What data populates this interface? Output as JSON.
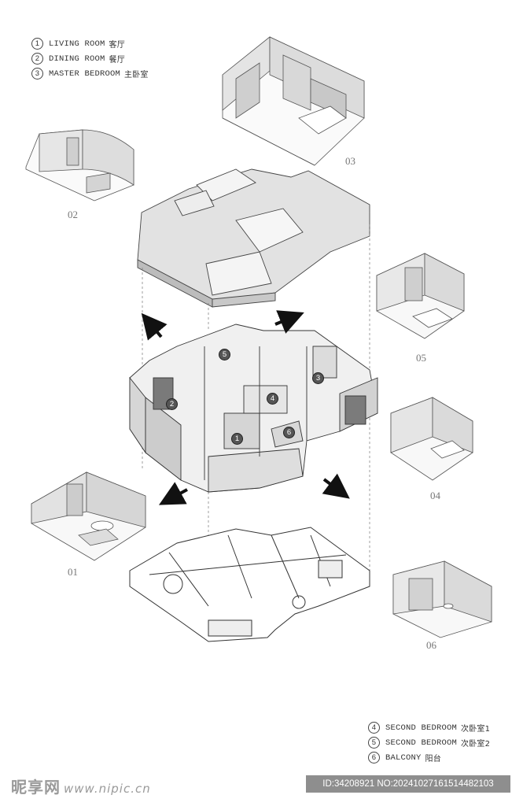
{
  "legend_top": [
    {
      "num": "1",
      "en": "LIVING ROOM",
      "cn": "客厅"
    },
    {
      "num": "2",
      "en": "DINING ROOM",
      "cn": "餐厅"
    },
    {
      "num": "3",
      "en": "MASTER BEDROOM",
      "cn": "主卧室"
    }
  ],
  "legend_bottom": [
    {
      "num": "4",
      "en": "SECOND BEDROOM",
      "cn": "次卧室1"
    },
    {
      "num": "5",
      "en": "SECOND BEDROOM",
      "cn": "次卧室2"
    },
    {
      "num": "6",
      "en": "BALCONY",
      "cn": "阳台"
    }
  ],
  "room_labels": {
    "r01": "01",
    "r02": "02",
    "r03": "03",
    "r04": "04",
    "r05": "05",
    "r06": "06"
  },
  "badges": {
    "b1": "1",
    "b2": "2",
    "b3": "3",
    "b4": "4",
    "b5": "5",
    "b6": "6"
  },
  "watermark": {
    "site": "昵享网",
    "url": "www.nipic.cn",
    "id_text": "ID:34208921 NO:20241027161514482103"
  }
}
